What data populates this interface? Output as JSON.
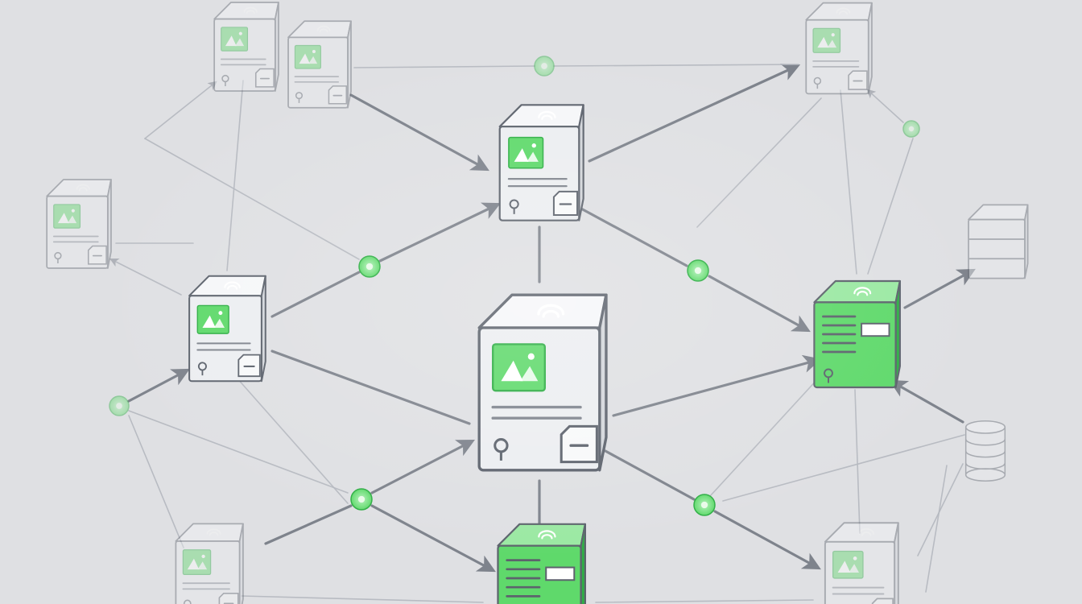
{
  "colors": {
    "background": "#dfe0e3",
    "edge": "#7e838c",
    "edge_faint": "#b4b8bf",
    "node_outline": "#5d636d",
    "node_face_front": "#eceef1",
    "node_face_top": "#f6f7f9",
    "node_face_side": "#d3d6db",
    "accent_green": "#5fd96b",
    "accent_green_dark": "#2fae45",
    "accent_green_light": "#9be9a3"
  },
  "icons": {
    "server_tower": "server-tower-icon",
    "server_rack": "server-rack-icon",
    "database": "database-icon",
    "connector_dot": "connector-dot-icon",
    "image_screen": "image-screen-icon",
    "wifi_arc": "wifi-arc-icon",
    "key": "key-icon"
  },
  "nodes": [
    {
      "id": "hub",
      "kind": "tower",
      "style": "normal",
      "emphasis": "primary"
    },
    {
      "id": "upper",
      "kind": "tower",
      "style": "normal",
      "emphasis": "secondary"
    },
    {
      "id": "left",
      "kind": "tower",
      "style": "normal",
      "emphasis": "secondary"
    },
    {
      "id": "right",
      "kind": "rack",
      "style": "green",
      "emphasis": "secondary"
    },
    {
      "id": "bottom",
      "kind": "rack",
      "style": "green",
      "emphasis": "secondary"
    },
    {
      "id": "top-left-a",
      "kind": "tower",
      "style": "normal",
      "emphasis": "faded"
    },
    {
      "id": "top-left-b",
      "kind": "tower",
      "style": "normal",
      "emphasis": "faded"
    },
    {
      "id": "top-right",
      "kind": "tower",
      "style": "normal",
      "emphasis": "faded"
    },
    {
      "id": "far-left",
      "kind": "tower",
      "style": "normal",
      "emphasis": "faded"
    },
    {
      "id": "right-rack-faint",
      "kind": "rack-plain",
      "style": "normal",
      "emphasis": "faded"
    },
    {
      "id": "right-db",
      "kind": "database",
      "style": "normal",
      "emphasis": "faded"
    },
    {
      "id": "bottom-left",
      "kind": "tower",
      "style": "normal",
      "emphasis": "faded"
    },
    {
      "id": "bottom-right",
      "kind": "tower",
      "style": "normal",
      "emphasis": "faded"
    }
  ],
  "connectors": [
    {
      "id": "c-left-upper",
      "emphasis": "primary"
    },
    {
      "id": "c-upper-right",
      "emphasis": "primary"
    },
    {
      "id": "c-left-bottom",
      "emphasis": "primary"
    },
    {
      "id": "c-right-bottom",
      "emphasis": "primary"
    },
    {
      "id": "c-top",
      "emphasis": "faded"
    },
    {
      "id": "c-top-right",
      "emphasis": "faded"
    },
    {
      "id": "c-far-left",
      "emphasis": "faded"
    }
  ]
}
